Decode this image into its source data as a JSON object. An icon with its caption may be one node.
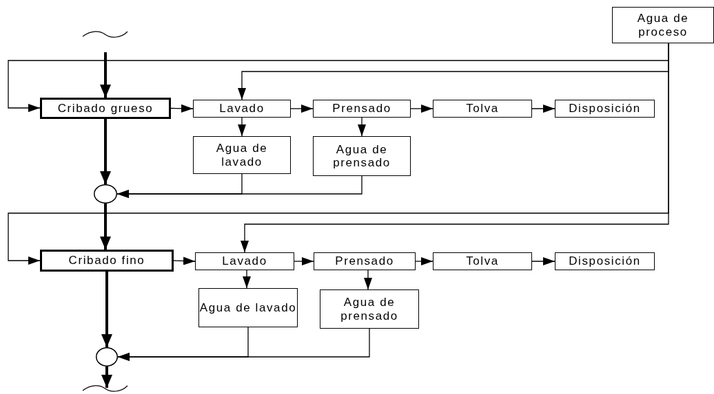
{
  "diagram": {
    "nodes": [
      {
        "text": [
          "Agua de proceso"
        ]
      },
      {
        "text": [
          "Cribado grueso"
        ]
      },
      {
        "text": [
          "Lavado"
        ]
      },
      {
        "text": [
          "Prensado"
        ]
      },
      {
        "text": [
          "Tolva"
        ]
      },
      {
        "text": [
          "Disposición"
        ]
      },
      {
        "text": [
          "Agua de lavado"
        ]
      },
      {
        "text": [
          "Agua de prensado"
        ]
      },
      {
        "text": [],
        "shape": "circle"
      },
      {
        "text": [
          "Cribado fino"
        ]
      },
      {
        "text": [
          "Lavado"
        ]
      },
      {
        "text": [
          "Prensado"
        ]
      },
      {
        "text": [
          "Tolva"
        ]
      },
      {
        "text": [
          "Disposición"
        ]
      },
      {
        "text": [
          "Agua de lavado"
        ]
      },
      {
        "text": [
          "Agua de prensado"
        ]
      },
      {
        "text": [],
        "shape": "circle"
      }
    ],
    "edges": [
      {
        "from": null,
        "to": 1,
        "arrow": "to",
        "style": "thick"
      },
      {
        "from": 0,
        "to": 1,
        "arrow": "to"
      },
      {
        "from": 0,
        "to": 2,
        "arrow": "to"
      },
      {
        "from": 1,
        "to": 2,
        "arrow": "to"
      },
      {
        "from": 2,
        "to": 3,
        "arrow": "to"
      },
      {
        "from": 3,
        "to": 4,
        "arrow": "to"
      },
      {
        "from": 4,
        "to": 5,
        "arrow": "to"
      },
      {
        "from": 2,
        "to": 6,
        "arrow": "to"
      },
      {
        "from": 3,
        "to": 7,
        "arrow": "to"
      },
      {
        "from": 6,
        "to": 8,
        "arrow": "to"
      },
      {
        "from": 7,
        "to": 8,
        "arrow": "to"
      },
      {
        "from": 1,
        "to": 8,
        "arrow": "to",
        "style": "thick"
      },
      {
        "from": 8,
        "to": 9,
        "arrow": "to",
        "style": "thick"
      },
      {
        "from": 0,
        "to": 9,
        "arrow": "to"
      },
      {
        "from": 0,
        "to": 10,
        "arrow": "to"
      },
      {
        "from": 9,
        "to": 10,
        "arrow": "to"
      },
      {
        "from": 10,
        "to": 11,
        "arrow": "to"
      },
      {
        "from": 11,
        "to": 12,
        "arrow": "to"
      },
      {
        "from": 12,
        "to": 13,
        "arrow": "to"
      },
      {
        "from": 10,
        "to": 14,
        "arrow": "to"
      },
      {
        "from": 11,
        "to": 15,
        "arrow": "to"
      },
      {
        "from": 14,
        "to": 16,
        "arrow": "to"
      },
      {
        "from": 15,
        "to": 16,
        "arrow": "to"
      },
      {
        "from": 9,
        "to": 16,
        "arrow": "to",
        "style": "thick"
      },
      {
        "from": 16,
        "to": null,
        "arrow": "to",
        "style": "thick"
      }
    ]
  }
}
